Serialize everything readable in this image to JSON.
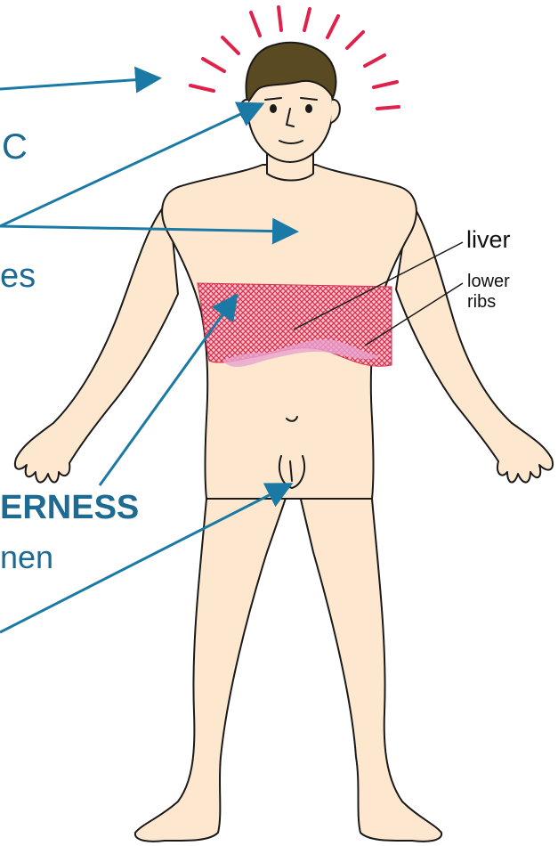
{
  "labels": {
    "temperature_fragment": "°C",
    "aches_fragment": "es",
    "tenderness_fragment": "ERNESS",
    "abdomen_fragment": "nen",
    "liver": "liver",
    "lower_ribs_line1": "lower",
    "lower_ribs_line2": "ribs"
  },
  "colors": {
    "arrow": "#1a7aa5",
    "skin": "#fde8cf",
    "outline": "#1a1a1a",
    "hair": "#5a4a22",
    "fever_rays": "#e0214a",
    "tender_area": "#d8324f",
    "liver_glow": "#e9a3cf",
    "label_blue": "#1d6a93"
  }
}
